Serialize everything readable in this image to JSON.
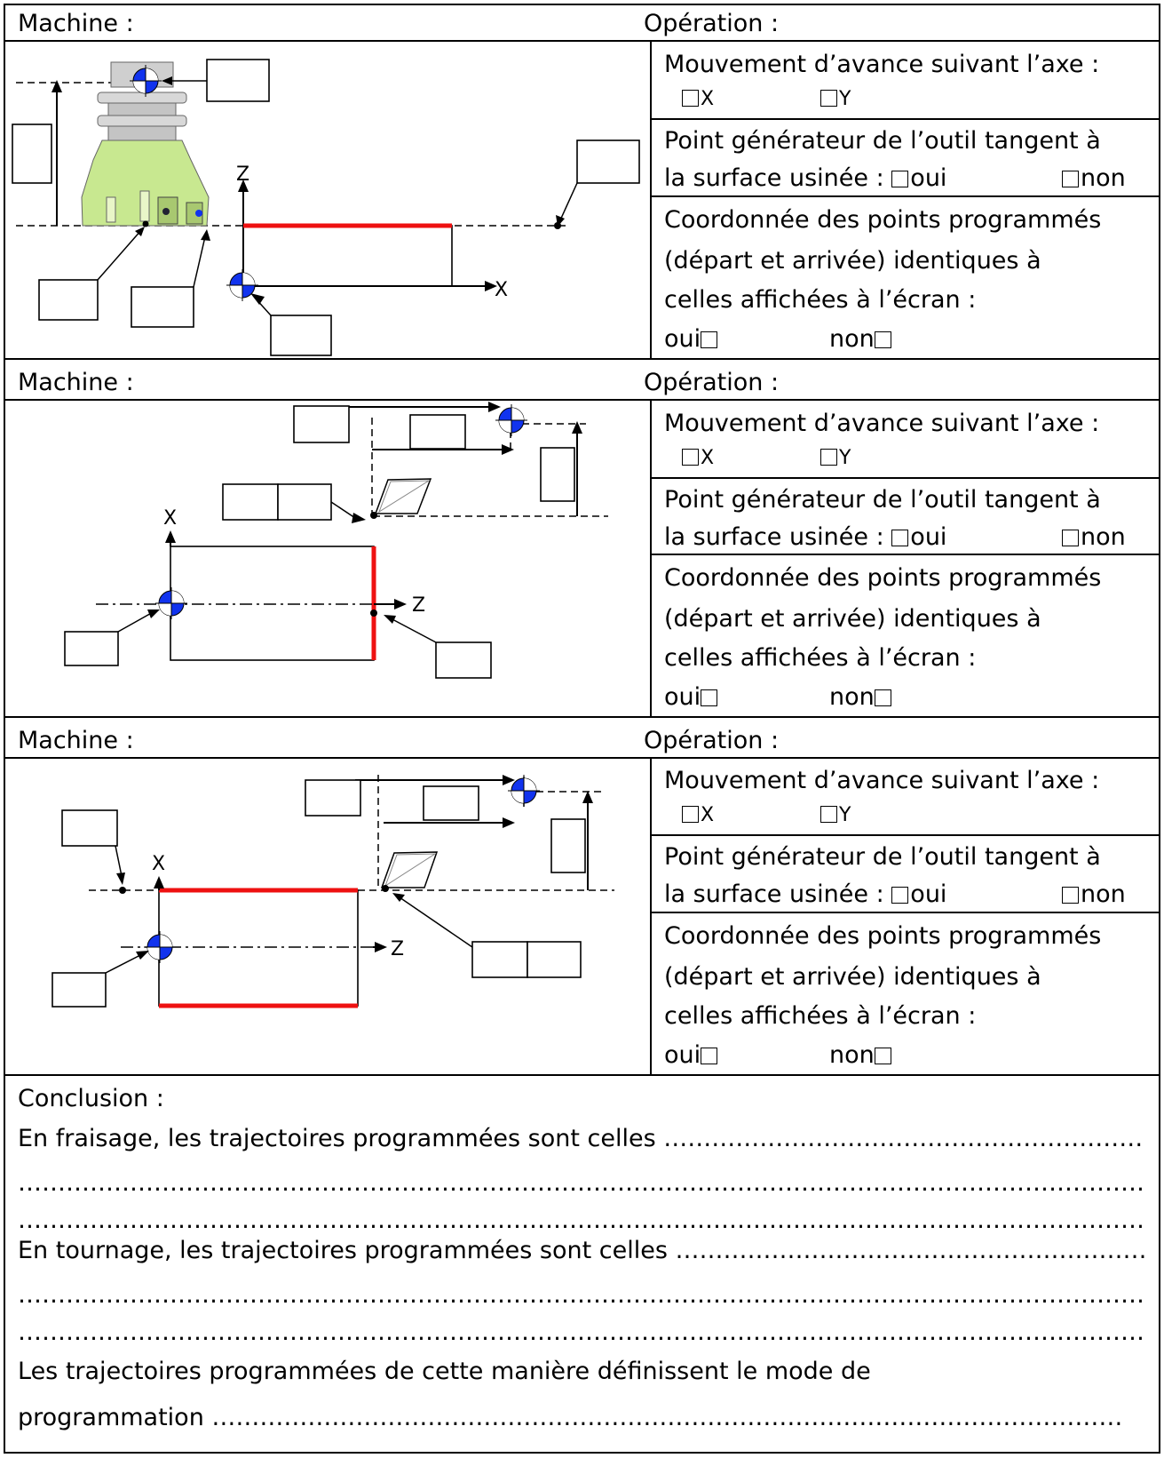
{
  "sections": [
    {
      "machine_label": "Machine :",
      "operation_label": "Opération :",
      "feed": {
        "question": "Mouvement d’avance suivant l’axe :",
        "opt1": "X",
        "opt2": "Y"
      },
      "tangent": {
        "line1": "Point générateur de l’outil tangent à",
        "line2": "la surface usinée :",
        "yes": "oui",
        "no": "non"
      },
      "coords": {
        "line1": "Coordonnée des points programmés",
        "line2": "(départ et arrivée) identiques à",
        "line3": "celles affichées à l’écran :",
        "yes": "oui",
        "no": "non"
      },
      "diagram": {
        "axis_v": "Z",
        "axis_h": "X"
      }
    },
    {
      "machine_label": "Machine :",
      "operation_label": "Opération :",
      "feed": {
        "question": "Mouvement d’avance suivant l’axe :",
        "opt1": "X",
        "opt2": "Y"
      },
      "tangent": {
        "line1": "Point générateur de l’outil tangent à",
        "line2": "la surface usinée :",
        "yes": "oui",
        "no": "non"
      },
      "coords": {
        "line1": "Coordonnée des points programmés",
        "line2": "(départ et arrivée) identiques à",
        "line3": "celles affichées à l’écran :",
        "yes": "oui",
        "no": "non"
      },
      "diagram": {
        "axis_v": "X",
        "axis_h": "Z"
      }
    },
    {
      "machine_label": "Machine :",
      "operation_label": "Opération :",
      "feed": {
        "question": "Mouvement d’avance suivant l’axe :",
        "opt1": "X",
        "opt2": "Y"
      },
      "tangent": {
        "line1": "Point générateur de l’outil tangent à",
        "line2": "la surface usinée :",
        "yes": "oui",
        "no": "non"
      },
      "coords": {
        "line1": "Coordonnée des points programmés",
        "line2": "(départ et arrivée) identiques à",
        "line3": "celles affichées à l’écran :",
        "yes": "oui",
        "no": "non"
      },
      "diagram": {
        "axis_v": "X",
        "axis_h": "Z"
      }
    }
  ],
  "conclusion": {
    "title": "Conclusion :",
    "milling": "En fraisage, les trajectoires programmées sont celles",
    "turning": "En tournage, les trajectoires programmées sont celles",
    "mode_line1": "Les trajectoires programmées de cette manière définissent le mode de",
    "mode_line2": "programmation"
  },
  "colors": {
    "trajectory": "#ee1111",
    "origin_marker": "#1133ee",
    "tool_body": "#c8e890",
    "tool_shank": "#cccccc"
  }
}
